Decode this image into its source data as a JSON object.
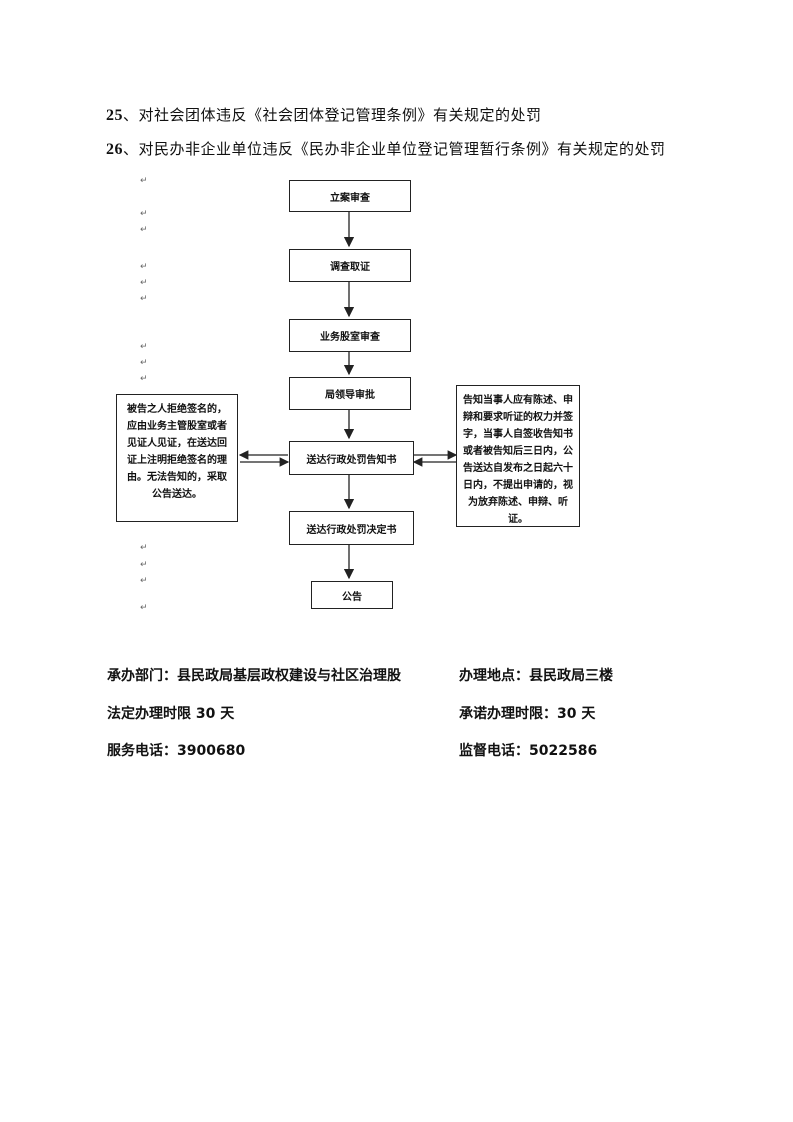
{
  "headings": [
    {
      "num": "25",
      "text": "、对社会团体违反《社会团体登记管理条例》有关规定的处罚"
    },
    {
      "num": "26",
      "text": "、对民办非企业单位违反《民办非企业单位登记管理暂行条例》有关规定的处罚"
    }
  ],
  "flow": {
    "steps": [
      "立案审查",
      "调查取证",
      "业务股室审查",
      "局领导审批",
      "送达行政处罚告知书",
      "送达行政处罚决定书",
      "公告"
    ],
    "left_note": "被告之人拒绝签名的，应由业务主管股室或者见证人见证，在送达回证上注明拒绝签名的理由。无法告知的，采取公告送达。",
    "right_note": "告知当事人应有陈述、申辩和要求听证的权力并签字，当事人自签收告知书或者被告知后三日内，公告送达自发布之日起六十日内，不提出申请的，视为放弃陈述、申辩、听证。"
  },
  "info": {
    "dept": "承办部门：县民政局基层政权建设与社区治理股",
    "location": "办理地点：县民政局三楼",
    "legal_limit": "法定办理时限 30 天",
    "promise_limit": "承诺办理时限：30 天",
    "service_phone": "服务电话：3900680",
    "supervise_phone": "监督电话：5022586"
  }
}
